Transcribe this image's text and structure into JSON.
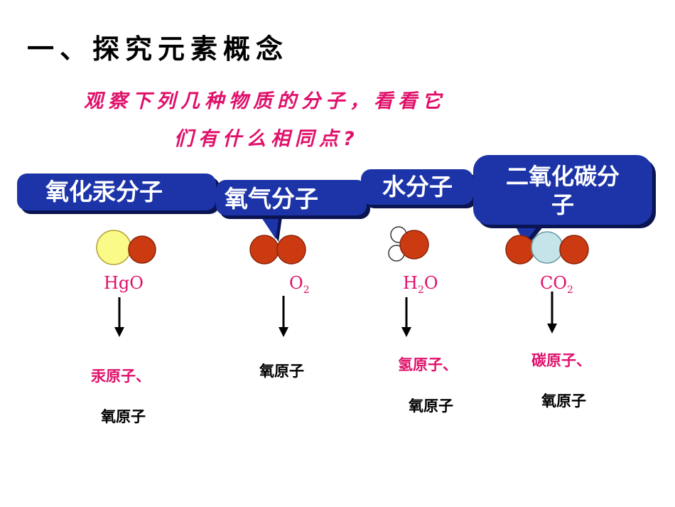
{
  "title": "一、探究元素概念",
  "prompt": {
    "line1": "观察下列几种物质的分子，看看它",
    "line2": "们有什么相同点?"
  },
  "bubbles": {
    "hgo": "氧化汞分子",
    "o2": "氧气分子",
    "h2o": "水分子",
    "co2_line1": "二氧化碳分",
    "co2_line2": "子"
  },
  "formulas": {
    "hgo": "HgO",
    "o2": {
      "base": "O",
      "sub": "2"
    },
    "h2o": {
      "h": "H",
      "sub": "2",
      "o": "O"
    },
    "co2": {
      "base": "CO",
      "sub": "2"
    }
  },
  "atoms": {
    "hgo": [
      "汞原子、",
      "氧原子"
    ],
    "o2": [
      "氧原子"
    ],
    "h2o": [
      "氢原子、",
      "氧原子"
    ],
    "co2": [
      "碳原子、",
      "氧原子"
    ]
  },
  "colors": {
    "mercury": "#fafa88",
    "oxygen": "#cc3a12",
    "carbon": "#c4e4ea",
    "bubble": "#1c34a8",
    "accent": "#e0106a"
  }
}
